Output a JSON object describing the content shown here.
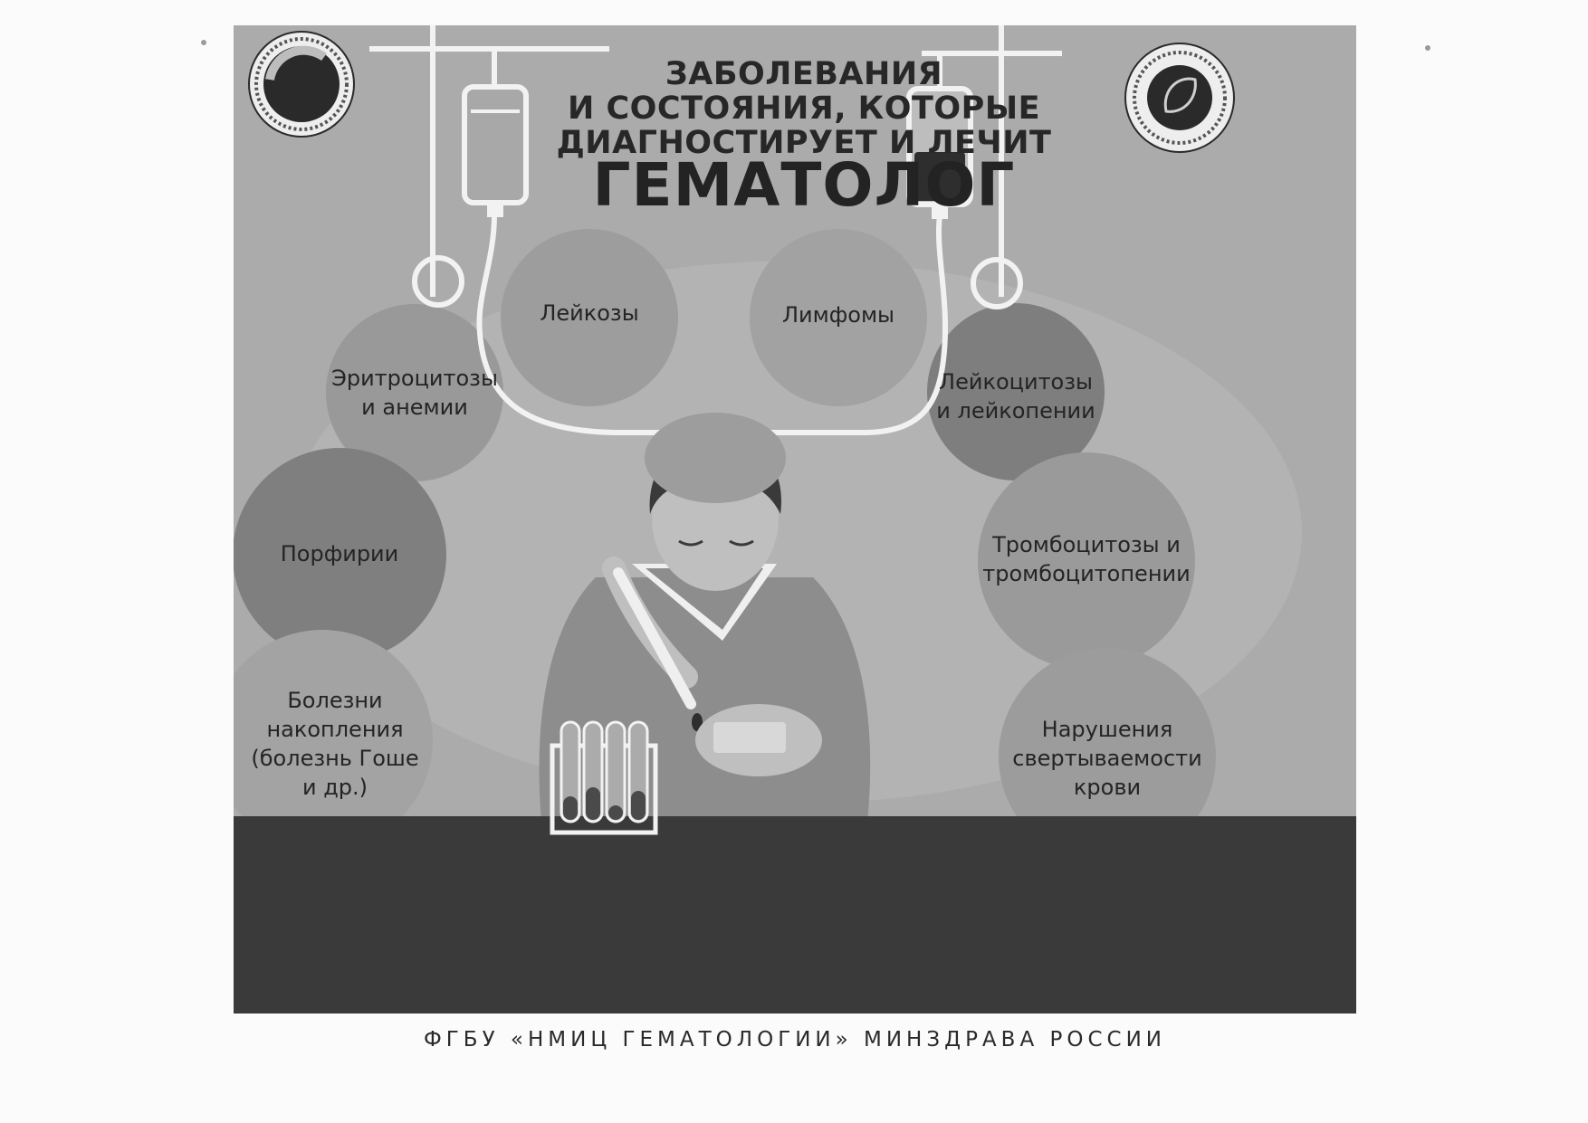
{
  "poster": {
    "title_lines": [
      "ЗАБОЛЕВАНИЯ",
      "И СОСТОЯНИЯ, КОТОРЫЕ",
      "ДИАГНОСТИРУЕТ И ЛЕЧИТ"
    ],
    "title_main": "ГЕМАТОЛОГ",
    "footer": "ФГБУ «НМИЦ ГЕМАТОЛОГИИ» МИНЗДРАВА РОССИИ"
  },
  "logos": {
    "left": {
      "ring_text": "ЦЕНТР ГЕМАТОЛОГИИ · НАЦИОНАЛЬНЫЙ МЕДИЦИНСКИЙ ИССЛЕДОВАТЕЛЬСКИЙ",
      "icon": "blood-drop-logo"
    },
    "right": {
      "ring_text": "НАЦИОНАЛЬНОЕ ГЕМАТОЛОГИЧЕСКОЕ ОБЩЕСТВО",
      "icon": "leaf-logo"
    }
  },
  "conditions": [
    {
      "lines": [
        "Лейкозы"
      ]
    },
    {
      "lines": [
        "Лимфомы"
      ]
    },
    {
      "lines": [
        "Эритроцитозы",
        "и анемии"
      ]
    },
    {
      "lines": [
        "Лейкоцитозы",
        "и лейкопении"
      ]
    },
    {
      "lines": [
        "Порфирии"
      ]
    },
    {
      "lines": [
        "Тромбоцитозы и",
        "тромбоцитопении"
      ]
    },
    {
      "lines": [
        "Болезни",
        "накопления",
        "(болезнь Гоше",
        "и др.)"
      ]
    },
    {
      "lines": [
        "Нарушения",
        "свертываемости",
        "крови"
      ]
    }
  ],
  "colors": {
    "background": "#ababab",
    "circle_light": "#9d9d9d",
    "circle_dark": "#7c7c7c",
    "desk": "#3a3a3a",
    "ink": "#272727",
    "blood": "#2e2e2e"
  }
}
